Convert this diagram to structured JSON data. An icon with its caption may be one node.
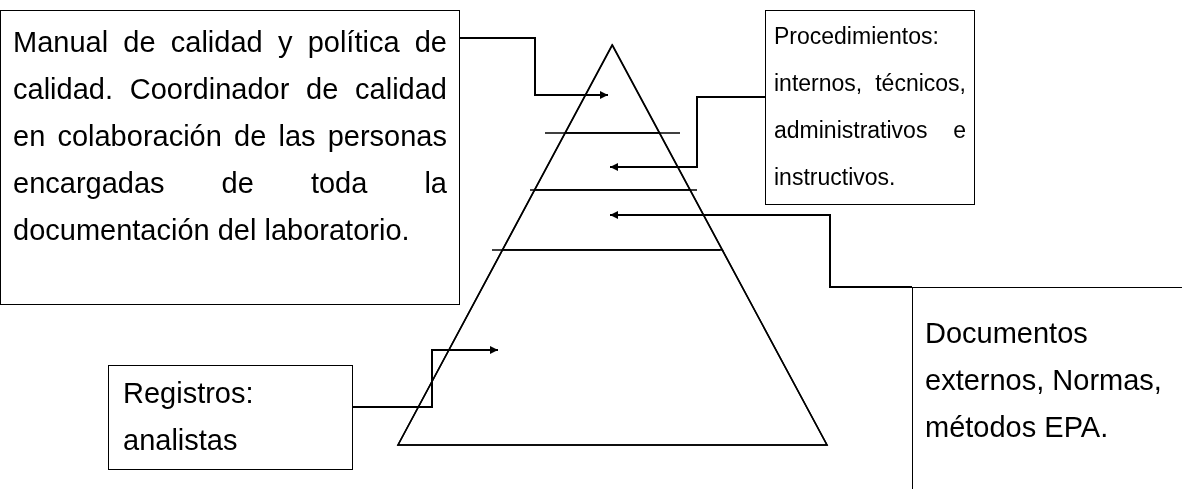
{
  "diagram": {
    "nodes": [
      {
        "text": [
          "Manual de calidad y política de calidad. Coordinador de calidad en colaboración de las personas encargadas de toda la documentación del laboratorio."
        ]
      },
      {
        "text": [
          "Procedimientos: internos, técnicos, administrativos e instructivos."
        ]
      },
      {
        "text": [
          "Documentos externos, Normas, métodos EPA."
        ]
      },
      {
        "text": [
          "Registros: analistas"
        ]
      },
      {
        "text": [],
        "shape": "triangle"
      },
      {
        "text": [],
        "shape": "trapezoid"
      },
      {
        "text": [],
        "shape": "trapezoid"
      },
      {
        "text": [],
        "shape": "trapezoid"
      }
    ],
    "edges": [
      {
        "from": 0,
        "to": 4,
        "arrow": "to"
      },
      {
        "from": 1,
        "to": 5,
        "arrow": "to"
      },
      {
        "from": 2,
        "to": 6,
        "arrow": "to"
      },
      {
        "from": 3,
        "to": 7,
        "arrow": "to"
      }
    ]
  }
}
